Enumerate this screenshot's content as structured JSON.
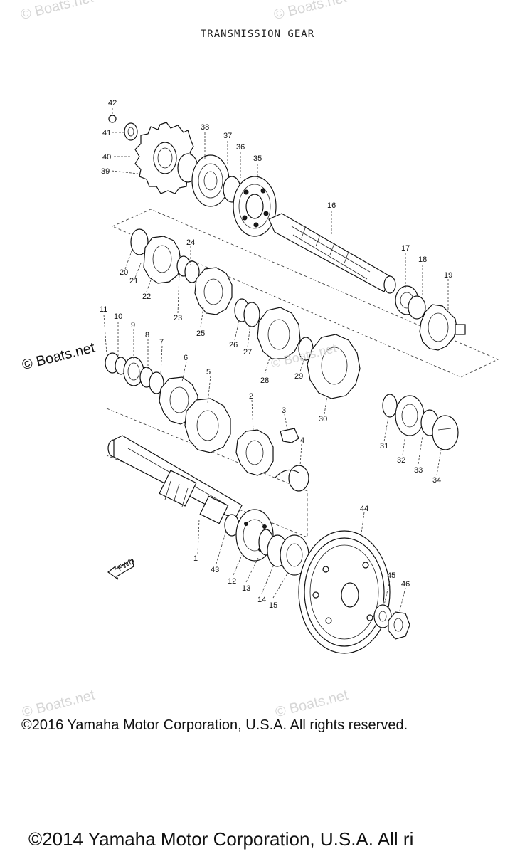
{
  "title": "TRANSMISSION GEAR",
  "watermark_faint": "© Boats.net",
  "watermark_strong": "© Boats.net",
  "direction_label": "FWD",
  "copyright_2016": "©2016 Yamaha Motor Corporation, U.S.A. All rights reserved.",
  "copyright_2014": "©2014 Yamaha Motor Corporation, U.S.A. All ri",
  "callouts": [
    "1",
    "2",
    "3",
    "4",
    "5",
    "6",
    "7",
    "8",
    "9",
    "10",
    "11",
    "12",
    "13",
    "14",
    "15",
    "16",
    "17",
    "18",
    "19",
    "20",
    "21",
    "22",
    "23",
    "24",
    "25",
    "26",
    "27",
    "28",
    "29",
    "30",
    "31",
    "32",
    "33",
    "34",
    "35",
    "36",
    "37",
    "38",
    "39",
    "40",
    "41",
    "42",
    "43",
    "44",
    "45",
    "46"
  ]
}
